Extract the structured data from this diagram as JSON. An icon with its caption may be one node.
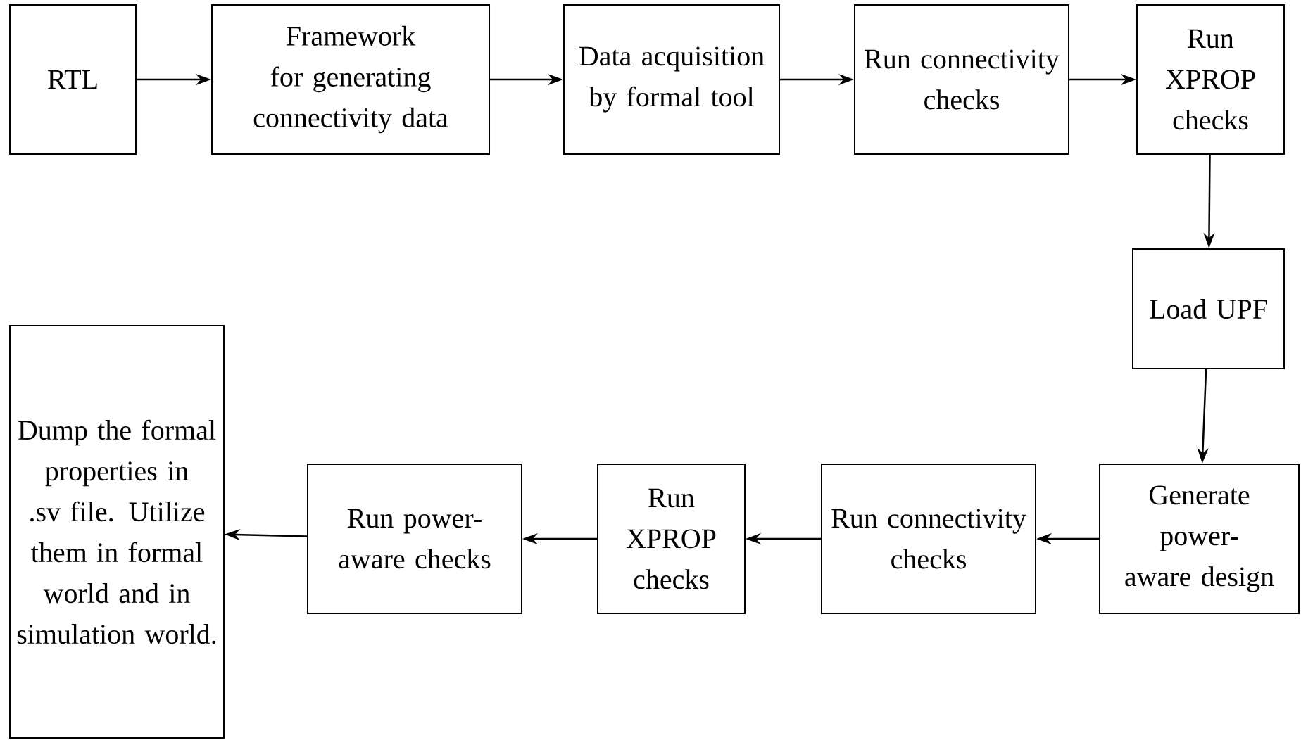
{
  "diagram": {
    "nodes": [
      {
        "text": [
          "RTL"
        ]
      },
      {
        "text": [
          "Framework for generating connectivity data"
        ]
      },
      {
        "text": [
          "Data acquisition by formal tool"
        ]
      },
      {
        "text": [
          "Run connectivity checks"
        ]
      },
      {
        "text": [
          "Run XPROP checks"
        ]
      },
      {
        "text": [
          "Load UPF"
        ]
      },
      {
        "text": [
          "Generate power-aware design"
        ]
      },
      {
        "text": [
          "Run connectivity checks"
        ]
      },
      {
        "text": [
          "Run XPROP checks"
        ]
      },
      {
        "text": [
          "Run power-aware checks"
        ]
      },
      {
        "text": [
          "Dump the formal properties in .sv file. Utilize them in formal world and in simulation world."
        ]
      }
    ],
    "edges": [
      {
        "from": 0,
        "to": 1,
        "arrow": "to"
      },
      {
        "from": 1,
        "to": 2,
        "arrow": "to"
      },
      {
        "from": 2,
        "to": 3,
        "arrow": "to"
      },
      {
        "from": 3,
        "to": 4,
        "arrow": "to"
      },
      {
        "from": 4,
        "to": 5,
        "arrow": "to"
      },
      {
        "from": 5,
        "to": 6,
        "arrow": "to"
      },
      {
        "from": 6,
        "to": 7,
        "arrow": "to"
      },
      {
        "from": 7,
        "to": 8,
        "arrow": "to"
      },
      {
        "from": 8,
        "to": 9,
        "arrow": "to"
      },
      {
        "from": 9,
        "to": 10,
        "arrow": "to"
      }
    ]
  }
}
